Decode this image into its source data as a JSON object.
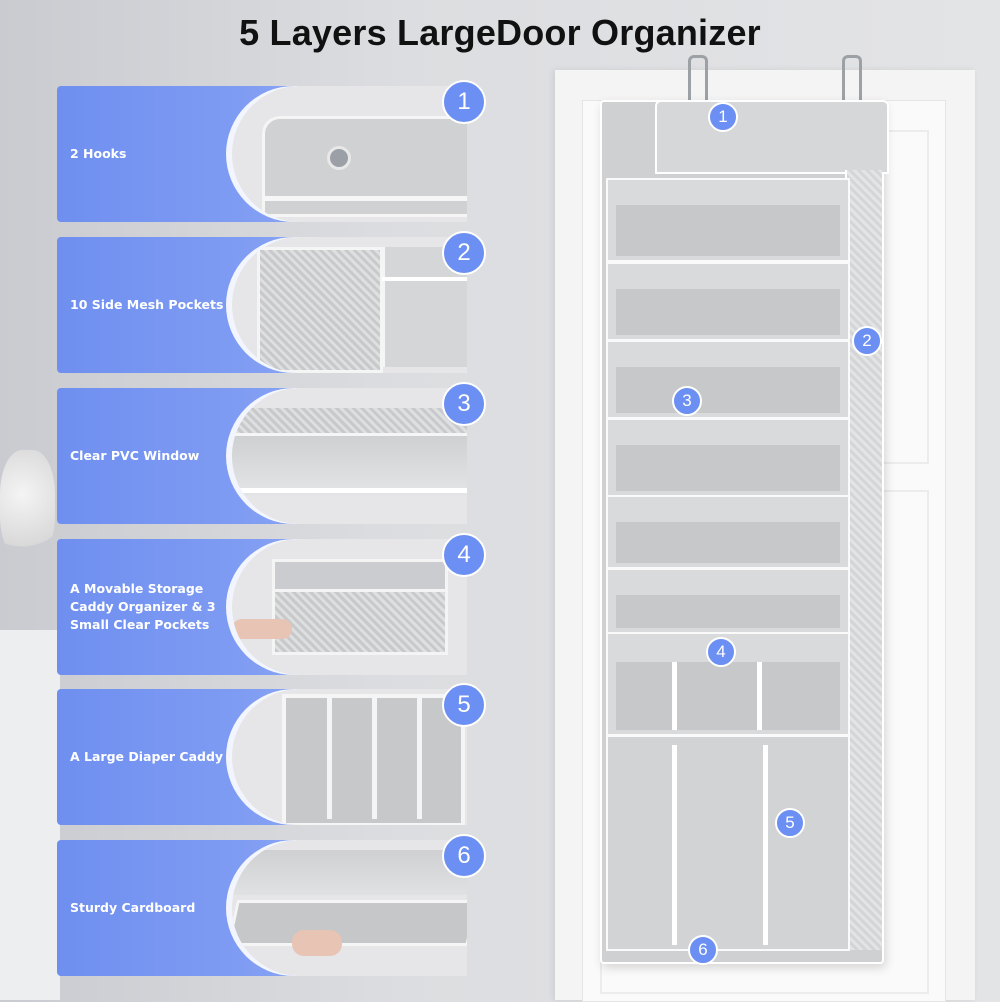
{
  "title": "5 Layers LargeDoor Organizer",
  "features": [
    {
      "number": "1",
      "label": "2 Hooks"
    },
    {
      "number": "2",
      "label": "10 Side Mesh Pockets"
    },
    {
      "number": "3",
      "label": "Clear PVC Window"
    },
    {
      "number": "4",
      "label": "A Movable Storage Caddy Organizer & 3 Small Clear Pockets"
    },
    {
      "number": "5",
      "label": "A Large Diaper Caddy"
    },
    {
      "number": "6",
      "label": "Sturdy Cardboard"
    }
  ],
  "organizer_markers": [
    "1",
    "2",
    "3",
    "4",
    "5",
    "6"
  ],
  "colors": {
    "accent": "#6b8ff2",
    "accent_light": "#a8bcf7",
    "fabric": "#cfd0d2"
  }
}
